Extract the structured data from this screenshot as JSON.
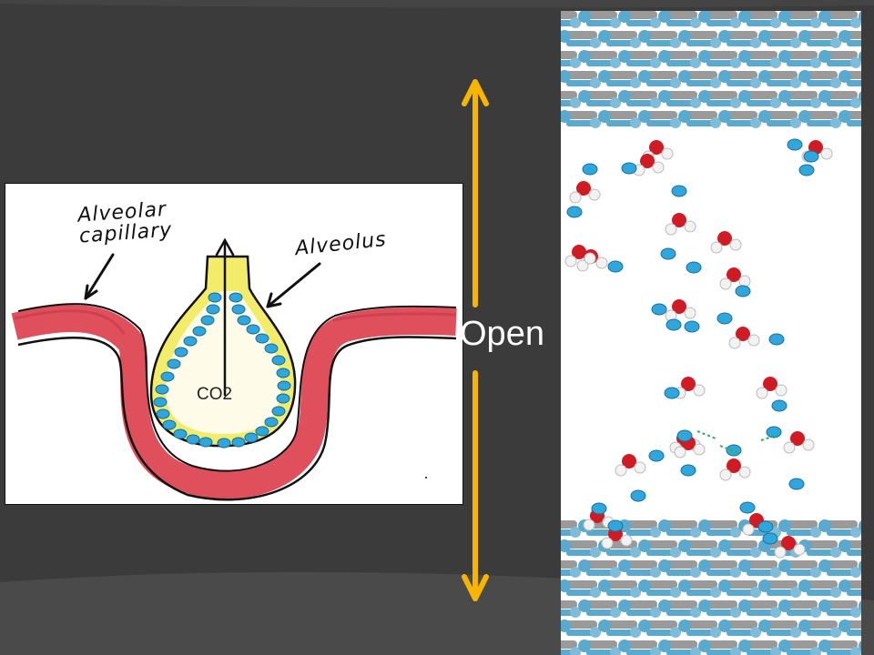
{
  "labels": {
    "capillary": "Alveolar capillary",
    "alveolus": "Alveolus",
    "gas": "CO2",
    "gate": "Open"
  },
  "colors": {
    "background": "#3b3b3b",
    "capillary_red": "#e0505c",
    "alveolus_yellow": "#f3ec6a",
    "cell_blue": "#2fa6dc",
    "arrow_orange": "#f7b500",
    "membrane_blue": "#5aa9cf",
    "oxygen_red": "#d11b24",
    "hydrogen_white": "#f2f2f2",
    "bond_gray": "#9a9a9a"
  },
  "icons": {
    "gas_arrow": "up-arrow-icon",
    "gate_arrow": "double-vertical-arrow-icon"
  }
}
